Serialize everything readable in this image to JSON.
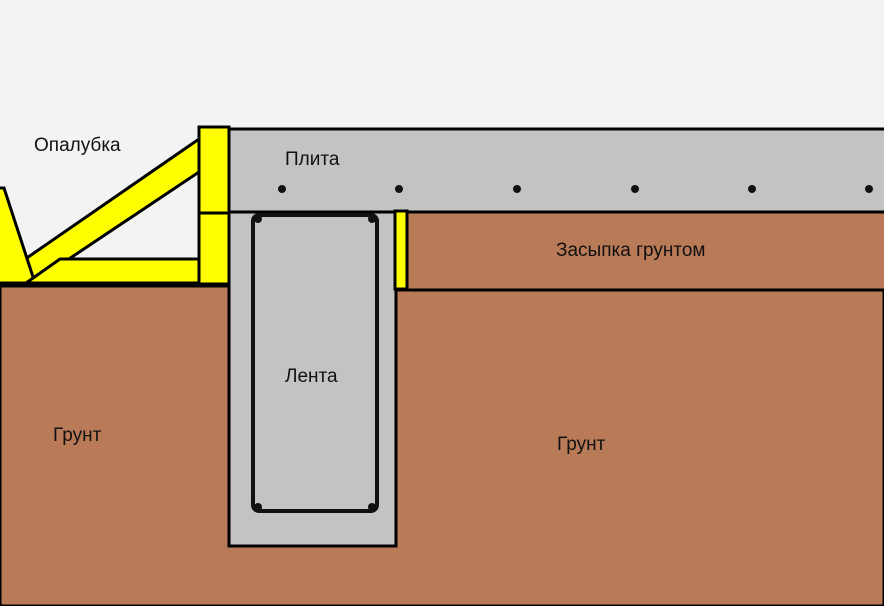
{
  "labels": {
    "formwork": "Опалубка",
    "slab": "Плита",
    "backfill": "Засыпка грунтом",
    "strip": "Лента",
    "soil_left": "Грунт",
    "soil_right": "Грунт"
  },
  "colors": {
    "background": "#f3f3f3",
    "soil": "#b97a57",
    "concrete": "#c3c3c3",
    "formwork": "#ffff00",
    "outline": "#000000",
    "rebar": "#111111"
  }
}
